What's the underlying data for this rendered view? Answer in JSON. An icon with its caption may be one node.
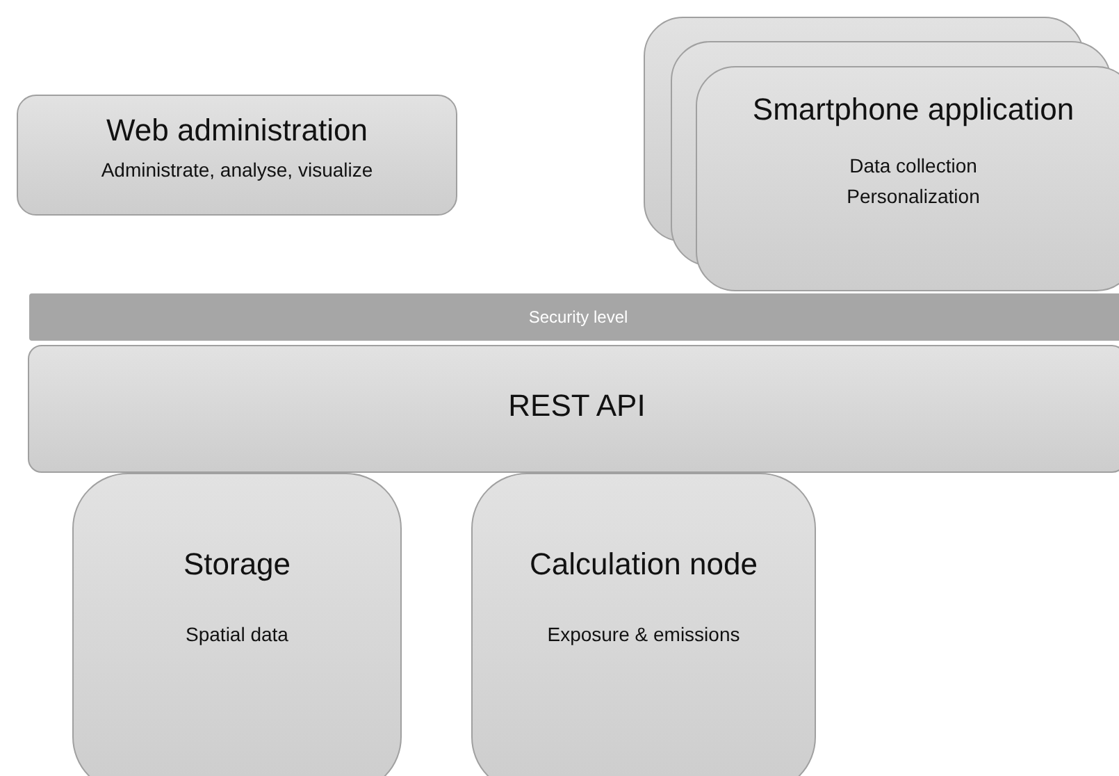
{
  "diagram": {
    "nodes": [
      {
        "text": [
          "Web administration",
          "Administrate, analyse, visualize"
        ]
      },
      {
        "text": [
          "Smartphone application",
          "Data collection Personalization"
        ]
      },
      {
        "text": [
          "Security level"
        ]
      },
      {
        "text": [
          "REST API"
        ]
      },
      {
        "text": [
          "Storage",
          "Spatial data"
        ]
      },
      {
        "text": [
          "Calculation node",
          "Exposure & emissions"
        ]
      }
    ],
    "edges": []
  }
}
